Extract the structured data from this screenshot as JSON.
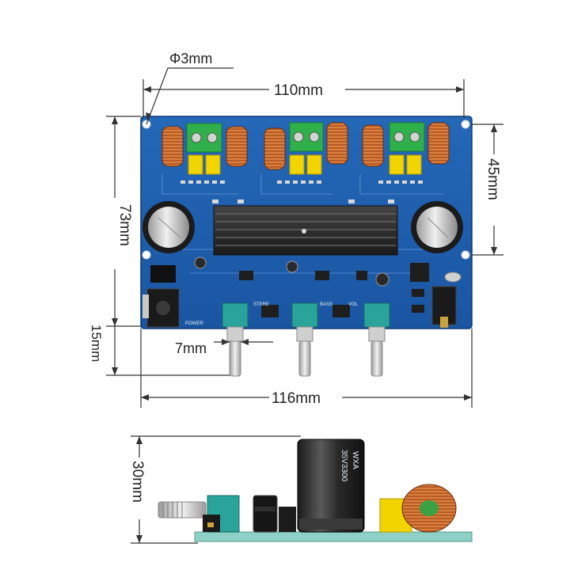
{
  "dimensions": {
    "hole_diameter": "Φ3mm",
    "top_width": "110mm",
    "board_height": "73mm",
    "hole_spacing_right": "45mm",
    "knob_height": "15mm",
    "knob_spacing": "7mm",
    "overall_width": "116mm",
    "side_height": "30mm"
  },
  "board_labels": {
    "stereo": "STERE",
    "bass": "BASS",
    "vol": "VOL",
    "power": "POWER"
  },
  "capacitor_label": "35V3300",
  "capacitor_brand": "WXA",
  "colors": {
    "pcb": "#1f5fb0",
    "heatsink": "#2a2a2a",
    "terminal": "#2fb04a",
    "inductor": "#c0622a",
    "pot": "#2aa39a",
    "cap_yellow": "#f2d400"
  }
}
